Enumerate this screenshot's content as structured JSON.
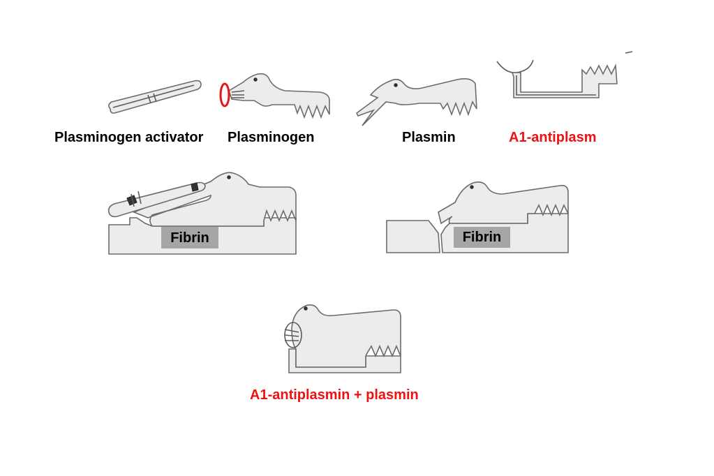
{
  "labels": {
    "plasminogen_activator": "Plasminogen activator",
    "plasminogen": "Plasminogen",
    "plasmin": "Plasmin",
    "a1_antiplasm": "A1-antiplasm",
    "fibrin_left": "Fibrin",
    "fibrin_right": "Fibrin",
    "complex": "A1-antiplasmin + plasmin"
  },
  "colors": {
    "black_label": "#000000",
    "red_label": "#ee1111",
    "fibrin_box": "#a6a6a6",
    "highlight_ring": "#e8141b"
  },
  "icons": {
    "activator": "rod-shaped-activator-icon",
    "plasminogen": "plasminogen-creature-icon",
    "plasmin": "plasmin-creature-icon",
    "antiplasmin": "antiplasmin-clamp-icon",
    "activation_on_fibrin": "activation-on-fibrin-icon",
    "plasmin_on_fibrin": "plasmin-cleaving-fibrin-icon",
    "complex": "antiplasmin-plasmin-complex-icon"
  }
}
